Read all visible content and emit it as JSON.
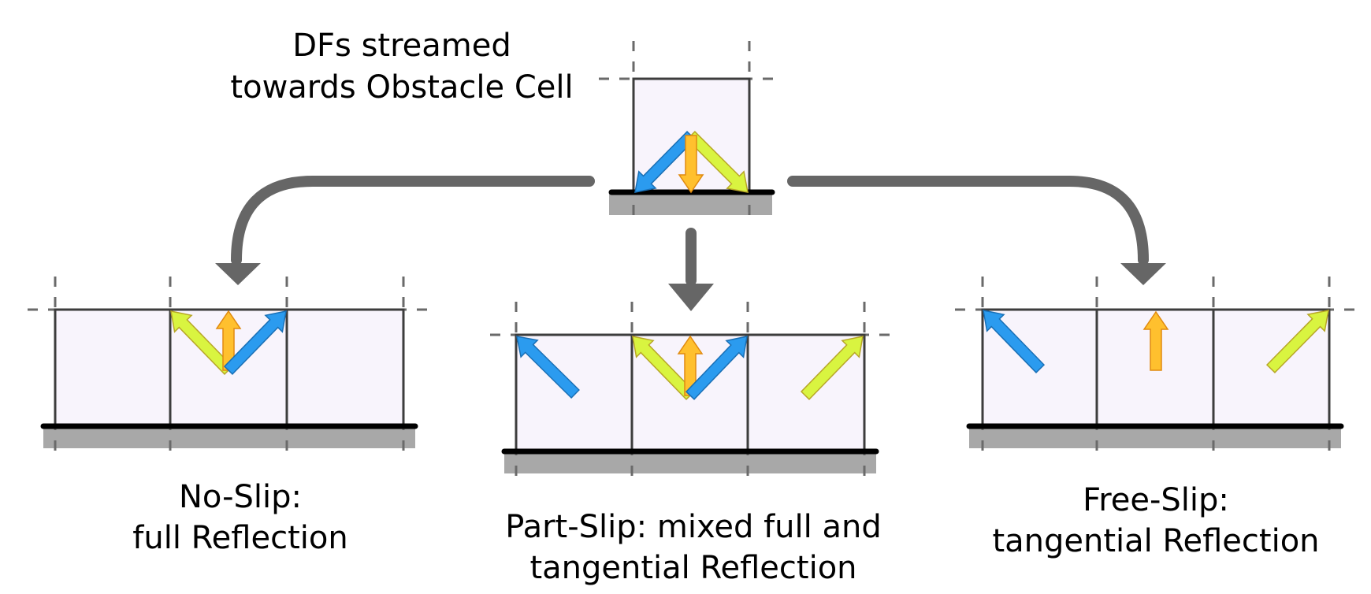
{
  "labels": {
    "source_line1": "DFs streamed",
    "source_line2": "towards Obstacle Cell",
    "noslip_line1": "No-Slip:",
    "noslip_line2": "full Reflection",
    "partslip_line1": "Part-Slip: mixed full and",
    "partslip_line2": "tangential Reflection",
    "freeslip_line1": "Free-Slip:",
    "freeslip_line2": "tangential Reflection"
  },
  "colors": {
    "blue": "#2b9bef",
    "blue_stroke": "#1a6fb5",
    "yellow_green": "#d9f440",
    "yellow_green_stroke": "#b8a628",
    "orange": "#ffc02e",
    "orange_stroke": "#e08a10",
    "cell_fill": "#f8f4fc",
    "wall": "#000000",
    "wall_shadow": "#a8a8a8",
    "flow_arrow": "#666666"
  },
  "icons": [
    "flow-arrow",
    "distribution-function-arrow"
  ]
}
